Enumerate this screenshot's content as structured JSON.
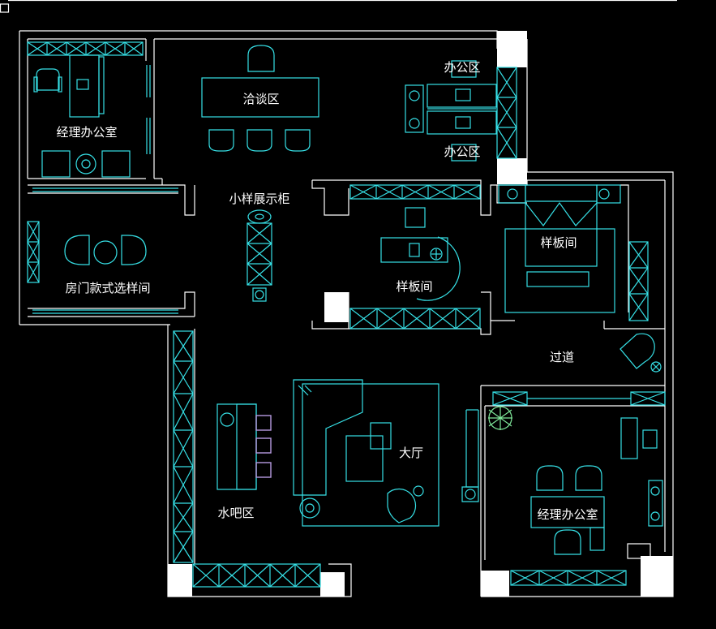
{
  "labels": {
    "manager_office_top": "经理办公室",
    "meeting_area": "洽谈区",
    "office_area_top": "办公区",
    "office_area_bottom": "办公区",
    "sample_cabinet": "小样展示柜",
    "door_sample_room": "房门款式选样间",
    "sample_room_center": "样板间",
    "sample_room_right": "样板间",
    "corridor": "过道",
    "hall": "大厅",
    "water_bar": "水吧区",
    "manager_office_bottom": "经理办公室"
  },
  "colors": {
    "background": "#000000",
    "wall": "#ffffff",
    "furniture": "#36e0e6",
    "plant": "#7fe89a",
    "stool": "#b79be0"
  }
}
